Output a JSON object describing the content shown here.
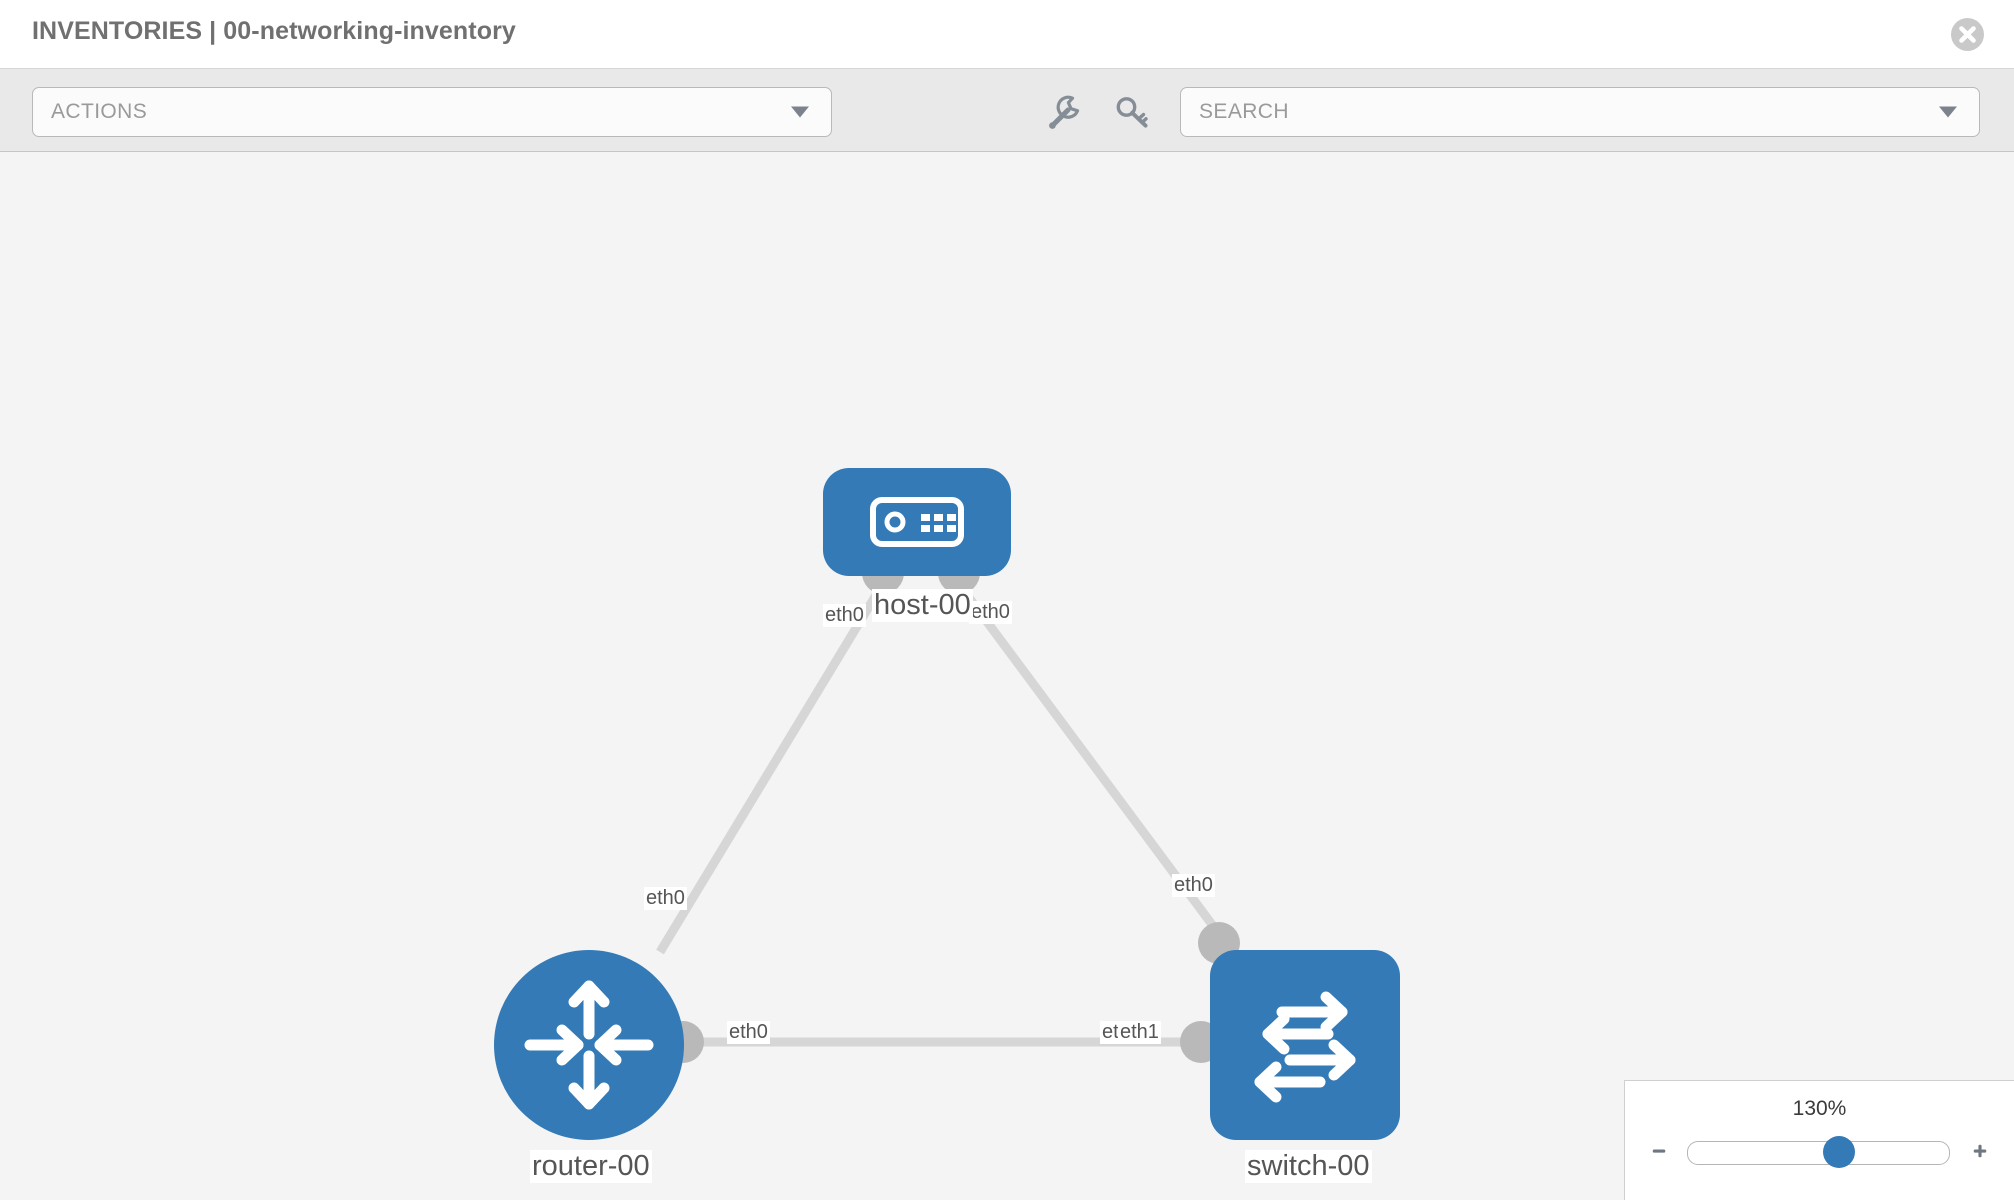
{
  "header": {
    "title": "INVENTORIES | 00-networking-inventory",
    "close_icon": "close-circle-icon"
  },
  "toolbar": {
    "actions_label": "ACTIONS",
    "actions_caret_icon": "chevron-down-icon",
    "search_placeholder": "SEARCH",
    "search_caret_icon": "chevron-down-icon",
    "wrench_icon": "wrench-icon",
    "key_icon": "key-icon"
  },
  "topology": {
    "nodes": [
      {
        "id": "host-00",
        "label": "host-00",
        "type": "host",
        "icon": "server-icon",
        "shape": "rounded-rect",
        "color": "#337ab7"
      },
      {
        "id": "router-00",
        "label": "router-00",
        "type": "router",
        "icon": "router-arrows-icon",
        "shape": "circle",
        "color": "#337ab7"
      },
      {
        "id": "switch-00",
        "label": "switch-00",
        "type": "switch",
        "icon": "switch-arrows-icon",
        "shape": "rounded-square",
        "color": "#337ab7"
      }
    ],
    "links": [
      {
        "from": "host-00",
        "from_iface": "eth0",
        "to": "router-00",
        "to_iface": "eth0"
      },
      {
        "from": "host-00",
        "from_iface": "eth0",
        "to": "switch-00",
        "to_iface": "eth0"
      },
      {
        "from": "router-00",
        "from_iface": "eth0",
        "to": "switch-00",
        "to_iface": "eth1"
      }
    ],
    "interface_labels": {
      "host_left": "eth0",
      "host_right": "eth0",
      "router_up": "eth0",
      "switch_up": "eth0",
      "router_horizontal": "eth0",
      "switch_horizontal_a": "eth0",
      "switch_horizontal_b": "eth1"
    },
    "link_color": "#d4d4d4",
    "interface_nub_color": "#b9b9b9",
    "canvas_color": "#f4f4f4"
  },
  "zoom": {
    "percent": "130%",
    "value": 130,
    "minus_icon": "minus-icon",
    "plus_icon": "plus-icon",
    "thumb_position_percent": 58
  }
}
